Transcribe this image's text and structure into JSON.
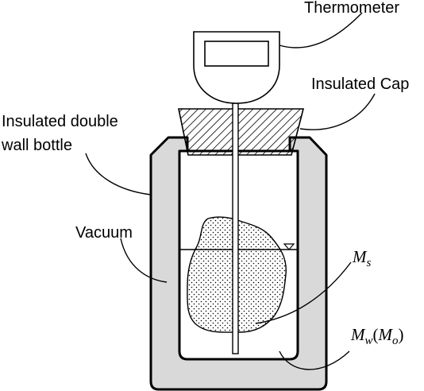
{
  "labels": {
    "thermometer": "Thermometer",
    "insulated_cap": "Insulated Cap",
    "bottle_line1": "Insulated double",
    "bottle_line2": "wall bottle",
    "vacuum": "Vacuum",
    "ms_main": "M",
    "ms_sub": "s",
    "mw_main": "M",
    "mw_sub": "w",
    "mw_paren_open": "(",
    "mo_main": "M",
    "mo_sub": "o",
    "mw_paren_close": ")"
  },
  "colors": {
    "outline": "#000000",
    "wall_fill": "#d9d9d9",
    "background": "#ffffff",
    "sample_dots": "#000000"
  }
}
